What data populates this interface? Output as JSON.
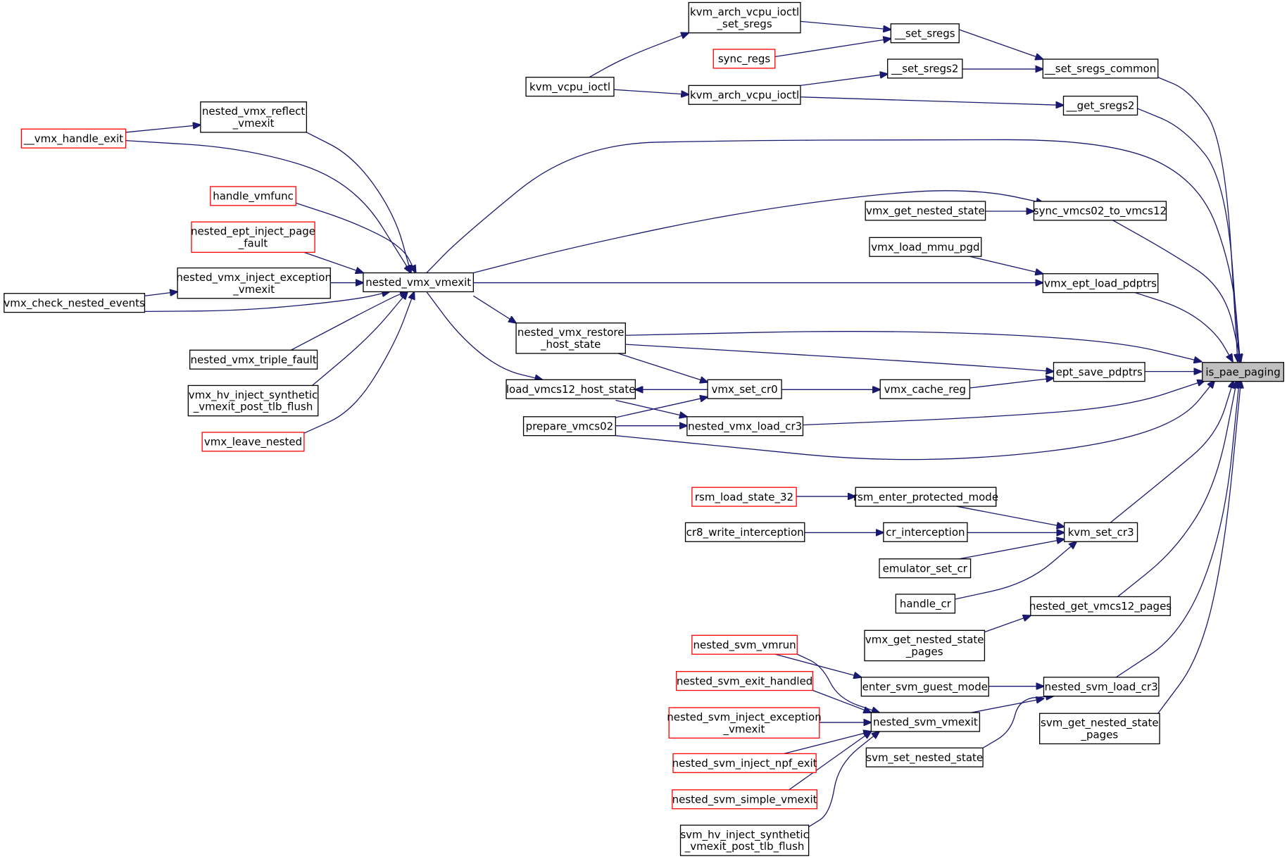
{
  "diagram": {
    "type": "call-graph",
    "colors": {
      "edge": "#191970",
      "box_border": "#000000",
      "truncated_border": "#ff0000",
      "focus_fill": "#bfbfbf",
      "background": "#ffffff"
    },
    "nodes": [
      {
        "id": "is_pae_paging",
        "lines": [
          "is_pae_paging"
        ],
        "style": "focus"
      },
      {
        "id": "set_sregs_common",
        "lines": [
          "__set_sregs_common"
        ],
        "style": "normal"
      },
      {
        "id": "get_sregs2",
        "lines": [
          "__get_sregs2"
        ],
        "style": "normal"
      },
      {
        "id": "sync_vmcs02_to_vmcs12",
        "lines": [
          "sync_vmcs02_to_vmcs12"
        ],
        "style": "normal"
      },
      {
        "id": "vmx_ept_load_pdptrs",
        "lines": [
          "vmx_ept_load_pdptrs"
        ],
        "style": "normal"
      },
      {
        "id": "ept_save_pdptrs",
        "lines": [
          "ept_save_pdptrs"
        ],
        "style": "normal"
      },
      {
        "id": "kvm_set_cr3",
        "lines": [
          "kvm_set_cr3"
        ],
        "style": "normal"
      },
      {
        "id": "nested_get_vmcs12_pages",
        "lines": [
          "nested_get_vmcs12_pages"
        ],
        "style": "normal"
      },
      {
        "id": "nested_svm_load_cr3",
        "lines": [
          "nested_svm_load_cr3"
        ],
        "style": "normal"
      },
      {
        "id": "svm_get_nested_state_pages",
        "lines": [
          "svm_get_nested_state",
          "_pages"
        ],
        "style": "normal"
      },
      {
        "id": "set_sregs",
        "lines": [
          "__set_sregs"
        ],
        "style": "normal"
      },
      {
        "id": "set_sregs2",
        "lines": [
          "__set_sregs2"
        ],
        "style": "normal"
      },
      {
        "id": "vmx_get_nested_state",
        "lines": [
          "vmx_get_nested_state"
        ],
        "style": "normal"
      },
      {
        "id": "vmx_load_mmu_pgd",
        "lines": [
          "vmx_load_mmu_pgd"
        ],
        "style": "normal"
      },
      {
        "id": "vmx_cache_reg",
        "lines": [
          "vmx_cache_reg"
        ],
        "style": "normal"
      },
      {
        "id": "rsm_enter_protected_mode",
        "lines": [
          "rsm_enter_protected_mode"
        ],
        "style": "normal"
      },
      {
        "id": "cr_interception",
        "lines": [
          "cr_interception"
        ],
        "style": "normal"
      },
      {
        "id": "emulator_set_cr",
        "lines": [
          "emulator_set_cr"
        ],
        "style": "normal"
      },
      {
        "id": "handle_cr",
        "lines": [
          "handle_cr"
        ],
        "style": "normal"
      },
      {
        "id": "vmx_get_nested_state_pages",
        "lines": [
          "vmx_get_nested_state",
          "_pages"
        ],
        "style": "normal"
      },
      {
        "id": "enter_svm_guest_mode",
        "lines": [
          "enter_svm_guest_mode"
        ],
        "style": "normal"
      },
      {
        "id": "nested_svm_vmexit",
        "lines": [
          "nested_svm_vmexit"
        ],
        "style": "normal"
      },
      {
        "id": "svm_set_nested_state",
        "lines": [
          "svm_set_nested_state"
        ],
        "style": "normal"
      },
      {
        "id": "kvm_arch_vcpu_ioctl_set_sregs",
        "lines": [
          "kvm_arch_vcpu_ioctl",
          "_set_sregs"
        ],
        "style": "normal"
      },
      {
        "id": "sync_regs",
        "lines": [
          "sync_regs"
        ],
        "style": "truncated"
      },
      {
        "id": "kvm_arch_vcpu_ioctl",
        "lines": [
          "kvm_arch_vcpu_ioctl"
        ],
        "style": "normal"
      },
      {
        "id": "kvm_vcpu_ioctl",
        "lines": [
          "kvm_vcpu_ioctl"
        ],
        "style": "normal"
      },
      {
        "id": "nested_vmx_vmexit",
        "lines": [
          "nested_vmx_vmexit"
        ],
        "style": "normal"
      },
      {
        "id": "nested_vmx_restore_host_state",
        "lines": [
          "nested_vmx_restore",
          "_host_state"
        ],
        "style": "normal"
      },
      {
        "id": "vmx_set_cr0",
        "lines": [
          "vmx_set_cr0"
        ],
        "style": "normal"
      },
      {
        "id": "load_vmcs12_host_state",
        "lines": [
          "load_vmcs12_host_state"
        ],
        "style": "normal"
      },
      {
        "id": "nested_vmx_load_cr3",
        "lines": [
          "nested_vmx_load_cr3"
        ],
        "style": "normal"
      },
      {
        "id": "prepare_vmcs02",
        "lines": [
          "prepare_vmcs02"
        ],
        "style": "normal"
      },
      {
        "id": "rsm_load_state_32",
        "lines": [
          "rsm_load_state_32"
        ],
        "style": "truncated"
      },
      {
        "id": "cr8_write_interception",
        "lines": [
          "cr8_write_interception"
        ],
        "style": "normal"
      },
      {
        "id": "nested_svm_vmrun",
        "lines": [
          "nested_svm_vmrun"
        ],
        "style": "truncated"
      },
      {
        "id": "nested_svm_exit_handled",
        "lines": [
          "nested_svm_exit_handled"
        ],
        "style": "truncated"
      },
      {
        "id": "nested_svm_inject_exception_vmexit",
        "lines": [
          "nested_svm_inject_exception",
          "_vmexit"
        ],
        "style": "truncated"
      },
      {
        "id": "nested_svm_inject_npf_exit",
        "lines": [
          "nested_svm_inject_npf_exit"
        ],
        "style": "truncated"
      },
      {
        "id": "nested_svm_simple_vmexit",
        "lines": [
          "nested_svm_simple_vmexit"
        ],
        "style": "truncated"
      },
      {
        "id": "svm_hv_inject_synthetic_vmexit_post_tlb_flush",
        "lines": [
          "svm_hv_inject_synthetic",
          "_vmexit_post_tlb_flush"
        ],
        "style": "normal"
      },
      {
        "id": "nested_vmx_reflect_vmexit",
        "lines": [
          "nested_vmx_reflect",
          "_vmexit"
        ],
        "style": "normal"
      },
      {
        "id": "handle_vmfunc",
        "lines": [
          "handle_vmfunc"
        ],
        "style": "truncated"
      },
      {
        "id": "nested_ept_inject_page_fault",
        "lines": [
          "nested_ept_inject_page",
          "_fault"
        ],
        "style": "truncated"
      },
      {
        "id": "nested_vmx_inject_exception_vmexit",
        "lines": [
          "nested_vmx_inject_exception",
          "_vmexit"
        ],
        "style": "normal"
      },
      {
        "id": "nested_vmx_triple_fault",
        "lines": [
          "nested_vmx_triple_fault"
        ],
        "style": "normal"
      },
      {
        "id": "vmx_hv_inject_synthetic_vmexit_post_tlb_flush",
        "lines": [
          "vmx_hv_inject_synthetic",
          "_vmexit_post_tlb_flush"
        ],
        "style": "normal"
      },
      {
        "id": "vmx_leave_nested",
        "lines": [
          "vmx_leave_nested"
        ],
        "style": "truncated"
      },
      {
        "id": "vmx_handle_exit",
        "lines": [
          "__vmx_handle_exit"
        ],
        "style": "truncated"
      },
      {
        "id": "vmx_check_nested_events",
        "lines": [
          "vmx_check_nested_events"
        ],
        "style": "normal"
      }
    ]
  }
}
